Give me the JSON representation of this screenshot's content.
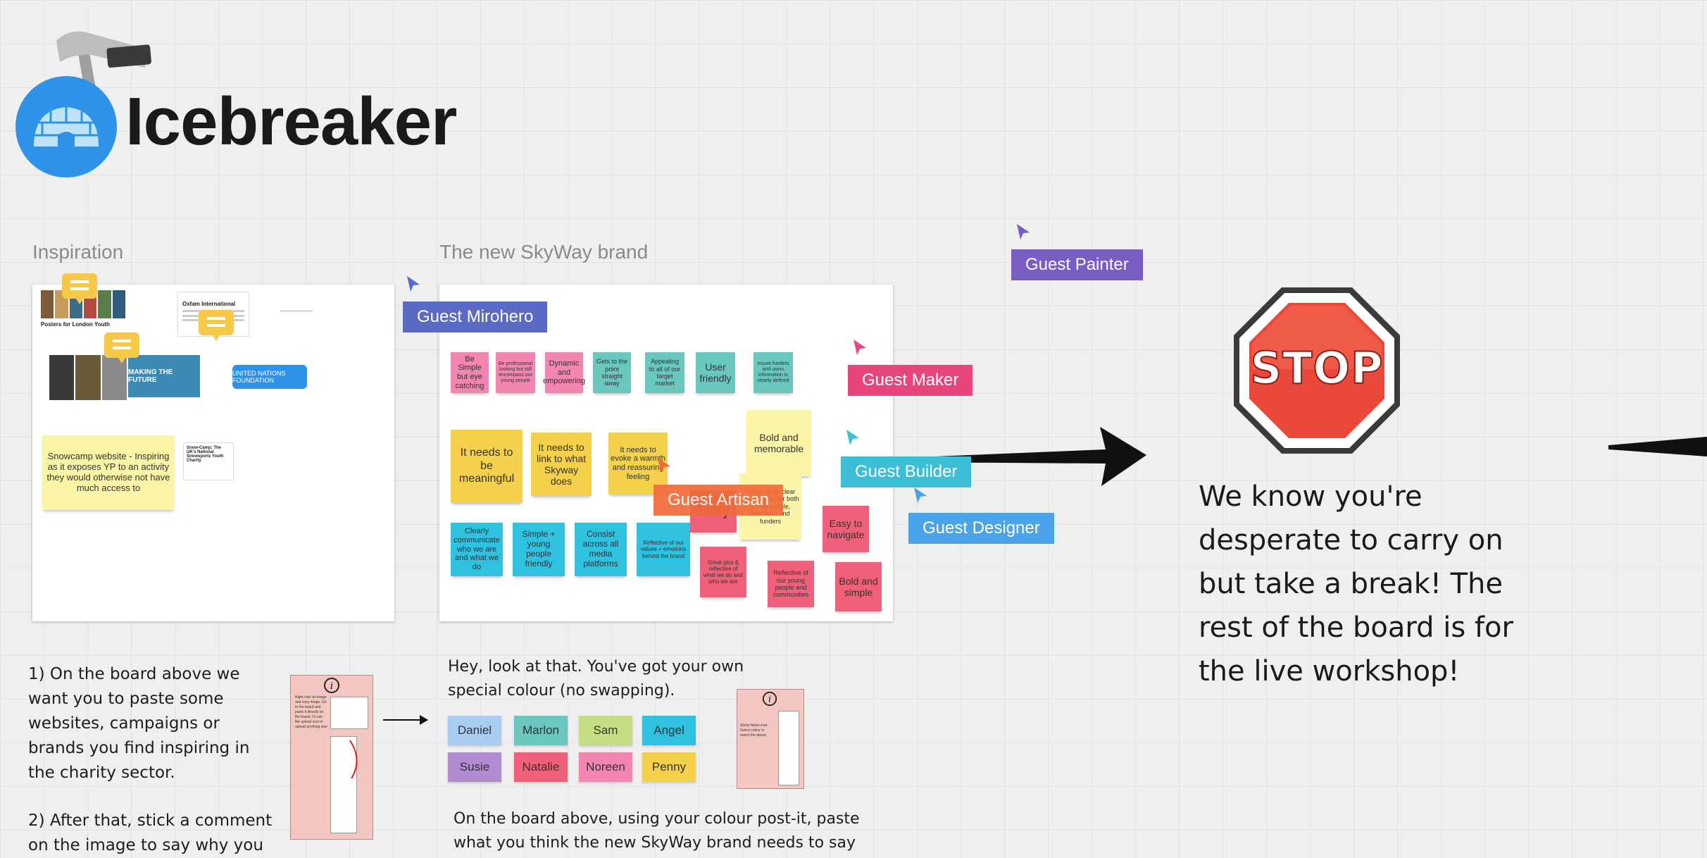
{
  "header": {
    "title": "Icebreaker"
  },
  "sections": {
    "inspiration_label": "Inspiration",
    "brand_label": "The new SkyWay brand"
  },
  "inspiration_board": {
    "posters_caption": "Posters for London Youth",
    "oxfam_title": "Oxfam International",
    "banner_text": "UNITED NATIONS FOUNDATION",
    "snowcamp_note": "Snowcamp website - Inspiring as it exposes YP to an activity they would otherwise not have much access to",
    "snowcamp_card_title": "Snow-Camp: The UK's National Snowsports Youth Charity"
  },
  "brand_board": {
    "notes": [
      {
        "text": "Be Simple but eye catching",
        "color": "pink"
      },
      {
        "text": "Be professional looking but still encompass our young people",
        "color": "pink"
      },
      {
        "text": "Dynamic and empowering",
        "color": "pink"
      },
      {
        "text": "Gets to the point straight away",
        "color": "teal"
      },
      {
        "text": "Appealing to all of our target market",
        "color": "teal"
      },
      {
        "text": "User friendly",
        "color": "teal"
      },
      {
        "text": "Insure funders and users information is clearly defined",
        "color": "teal"
      },
      {
        "text": "It needs to be meaningful",
        "color": "yellow"
      },
      {
        "text": "It needs to link to what Skyway does",
        "color": "yellow"
      },
      {
        "text": "It needs to evoke a warmth and reassuring feeling",
        "color": "yellow"
      },
      {
        "text": "Bold and memorable",
        "color": "lightyellow"
      },
      {
        "text": "Needs to be clear and concise for both young people, members and funders",
        "color": "lightyellow"
      },
      {
        "text": "Story",
        "color": "red"
      },
      {
        "text": "Easy to navigate",
        "color": "red"
      },
      {
        "text": "Clearly communicate who we are and what we do",
        "color": "cyan"
      },
      {
        "text": "Simple + young people friendly",
        "color": "cyan"
      },
      {
        "text": "Consist across all media platforms",
        "color": "cyan"
      },
      {
        "text": "Reflective of our values + emotions behind the brand",
        "color": "cyan"
      },
      {
        "text": "Great pics & reflective of what we do and who we are",
        "color": "red"
      },
      {
        "text": "Reflective of our young people and communities",
        "color": "red"
      },
      {
        "text": "Bold and simple",
        "color": "red"
      }
    ]
  },
  "cursors": [
    {
      "name": "Guest Painter",
      "color": "#7b5cc4"
    },
    {
      "name": "Guest Mirohero",
      "color": "#5b6ac4"
    },
    {
      "name": "Guest Maker",
      "color": "#e8457a"
    },
    {
      "name": "Guest Builder",
      "color": "#3bbfd6"
    },
    {
      "name": "Guest Designer",
      "color": "#4aa3ea"
    },
    {
      "name": "Guest Artisan",
      "color": "#f26b3a"
    }
  ],
  "stop": {
    "sign_text": "STOP",
    "message": "We know you're desperate to carry on but take a break! The rest of the board is for the live workshop!"
  },
  "instructions": {
    "step1": "1) On the board above we want you to paste some websites, campaigns or brands you find inspiring in the charity sector.",
    "step2": "2) After that, stick a comment on the image to say why you",
    "colour_intro": "Hey, look at that. You've got your own special colour (no swapping).",
    "brand_instruction": "On the board above, using your colour post-it, paste what you think the new SkyWay brand needs to say"
  },
  "colour_chips": [
    {
      "name": "Daniel",
      "color": "#a9ccf2"
    },
    {
      "name": "Marlon",
      "color": "#69c7be"
    },
    {
      "name": "Sam",
      "color": "#c6de84"
    },
    {
      "name": "Angel",
      "color": "#2ec1e0"
    },
    {
      "name": "Susie",
      "color": "#b08bd0"
    },
    {
      "name": "Natalie",
      "color": "#f0607b"
    },
    {
      "name": "Noreen",
      "color": "#f285b2"
    },
    {
      "name": "Penny",
      "color": "#f5d04b"
    }
  ],
  "info_cards": {
    "card1_text": "Right click an image and copy image. Go to the board and paste it directly on the board. Or use the upload icon to upload anything else",
    "card2_text": "Sticky Notes icon. Select colour to match the above"
  },
  "icons": [
    "hammer-icon",
    "igloo-icon",
    "comment-icon",
    "stop-sign-icon",
    "arrow-icon",
    "cursor-icon",
    "info-icon"
  ]
}
